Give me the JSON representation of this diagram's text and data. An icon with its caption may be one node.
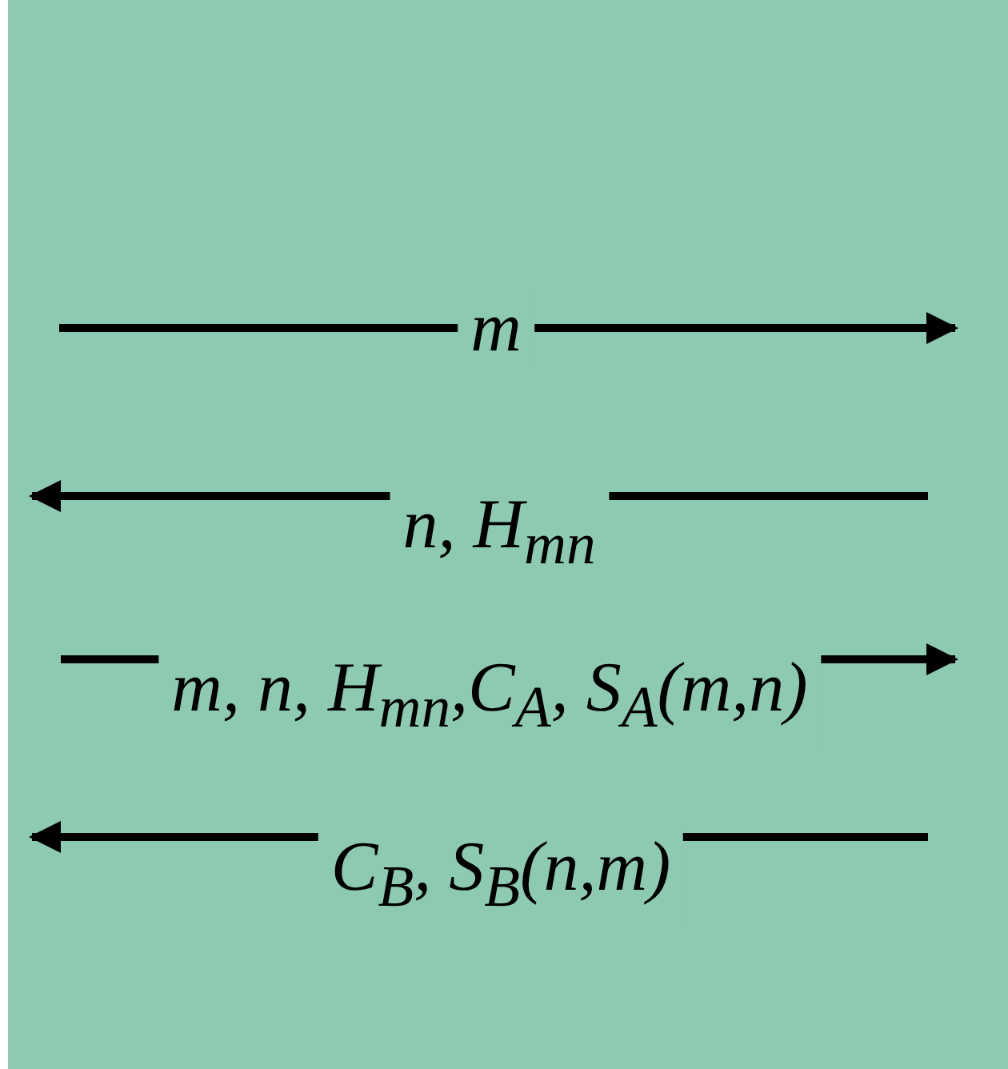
{
  "diagram": {
    "labels": [
      "m",
      "n, H$_{mn}$",
      "m, n, H$_{mn}$,C$_{A}$, S$_{A}$(m,n)",
      "C$_{B}$, S$_{B}$(n,m)"
    ]
  }
}
